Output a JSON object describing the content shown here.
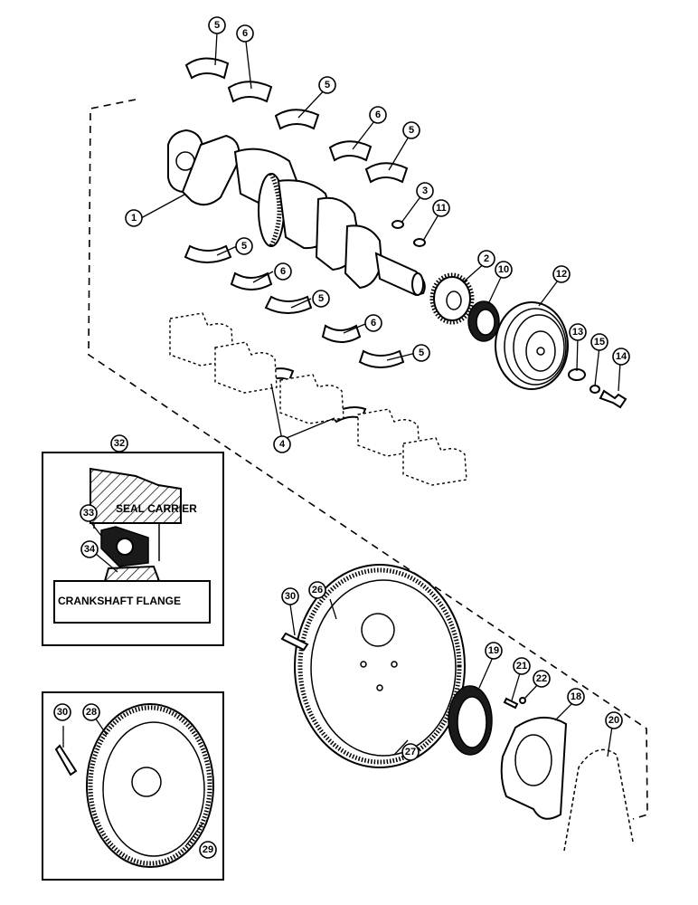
{
  "callouts": [
    {
      "id": "c5a",
      "label": "5"
    },
    {
      "id": "c6a",
      "label": "6"
    },
    {
      "id": "c5b",
      "label": "5"
    },
    {
      "id": "c6b",
      "label": "6"
    },
    {
      "id": "c5c",
      "label": "5"
    },
    {
      "id": "c3",
      "label": "3"
    },
    {
      "id": "c11",
      "label": "11"
    },
    {
      "id": "c1",
      "label": "1"
    },
    {
      "id": "c5d",
      "label": "5"
    },
    {
      "id": "c6c",
      "label": "6"
    },
    {
      "id": "c5e",
      "label": "5"
    },
    {
      "id": "c6d",
      "label": "6"
    },
    {
      "id": "c5f",
      "label": "5"
    },
    {
      "id": "c2",
      "label": "2"
    },
    {
      "id": "c10",
      "label": "10"
    },
    {
      "id": "c12",
      "label": "12"
    },
    {
      "id": "c13",
      "label": "13"
    },
    {
      "id": "c15",
      "label": "15"
    },
    {
      "id": "c14",
      "label": "14"
    },
    {
      "id": "c4",
      "label": "4"
    },
    {
      "id": "c32",
      "label": "32"
    },
    {
      "id": "c33",
      "label": "33"
    },
    {
      "id": "c34",
      "label": "34"
    },
    {
      "id": "c30a",
      "label": "30"
    },
    {
      "id": "c26",
      "label": "26"
    },
    {
      "id": "c27",
      "label": "27"
    },
    {
      "id": "c19",
      "label": "19"
    },
    {
      "id": "c21",
      "label": "21"
    },
    {
      "id": "c22",
      "label": "22"
    },
    {
      "id": "c18",
      "label": "18"
    },
    {
      "id": "c20",
      "label": "20"
    },
    {
      "id": "c30b",
      "label": "30"
    },
    {
      "id": "c28",
      "label": "28"
    },
    {
      "id": "c29",
      "label": "29"
    }
  ],
  "inset_seal": {
    "seal_carrier_label": "SEAL CARRIER",
    "crankshaft_flange_label": "CRANKSHAFT FLANGE"
  },
  "colors": {
    "line": "#000000",
    "background": "#ffffff"
  }
}
